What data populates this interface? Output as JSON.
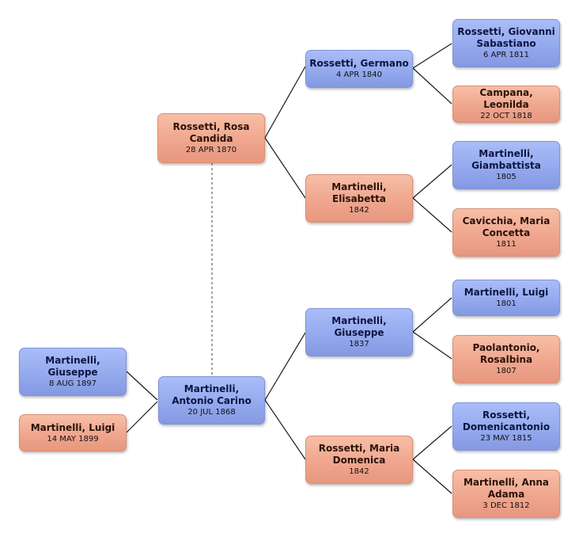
{
  "colors": {
    "male": "#95a9ee",
    "female": "#f0a68e",
    "connector": "#1a1a1a",
    "marriage_link": "#666666"
  },
  "people": {
    "child_giuseppe": {
      "name": "Martinelli, Giuseppe",
      "date": "8 AUG 1897",
      "sex": "male"
    },
    "child_luigi": {
      "name": "Martinelli, Luigi",
      "date": "14 MAY 1899",
      "sex": "female"
    },
    "father": {
      "name": "Martinelli, Antonio Carino",
      "date": "20 JUL 1868",
      "sex": "male"
    },
    "mother": {
      "name": "Rossetti, Rosa Candida",
      "date": "28 APR 1870",
      "sex": "female"
    },
    "mother_father": {
      "name": "Rossetti, Germano",
      "date": "4 APR 1840",
      "sex": "male"
    },
    "mother_mother": {
      "name": "Martinelli, Elisabetta",
      "date": "1842",
      "sex": "female"
    },
    "father_father": {
      "name": "Martinelli, Giuseppe",
      "date": "1837",
      "sex": "male"
    },
    "father_mother": {
      "name": "Rossetti, Maria Domenica",
      "date": "1842",
      "sex": "female"
    },
    "gg_rossetti_giovanni": {
      "name": "Rossetti, Giovanni Sabastiano",
      "date": "6 APR 1811",
      "sex": "male"
    },
    "gg_campana_leonilda": {
      "name": "Campana, Leonilda",
      "date": "22 OCT 1818",
      "sex": "female"
    },
    "gg_martinelli_giambattista": {
      "name": "Martinelli, Giambattista",
      "date": "1805",
      "sex": "male"
    },
    "gg_cavicchia_maria": {
      "name": "Cavicchia, Maria Concetta",
      "date": "1811",
      "sex": "female"
    },
    "gg_martinelli_luigi": {
      "name": "Martinelli, Luigi",
      "date": "1801",
      "sex": "male"
    },
    "gg_paolantonio_rosalbina": {
      "name": "Paolantonio, Rosalbina",
      "date": "1807",
      "sex": "female"
    },
    "gg_rossetti_domenicantonio": {
      "name": "Rossetti, Domenicantonio",
      "date": "23 MAY 1815",
      "sex": "male"
    },
    "gg_martinelli_anna": {
      "name": "Martinelli, Anna Adama",
      "date": "3 DEC 1812",
      "sex": "female"
    }
  }
}
